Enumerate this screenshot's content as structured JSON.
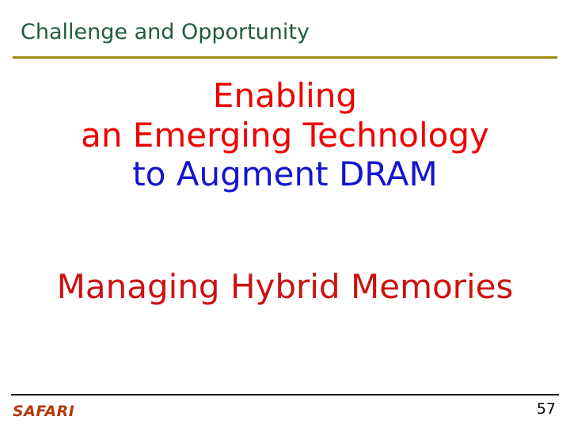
{
  "slide": {
    "title": "Challenge and Opportunity",
    "body_lines": [
      {
        "text": "Enabling",
        "style": "red"
      },
      {
        "text": "an Emerging Technology",
        "style": "red"
      },
      {
        "text": "to Augment DRAM",
        "style": "blue"
      },
      {
        "text": "Managing Hybrid Memories",
        "style": "crimson"
      }
    ],
    "footer": {
      "logo_text": "SAFARI",
      "page_number": "57"
    },
    "colors": {
      "title": "#1f5c3d",
      "title_rule": "#9a8b11",
      "red": "#ee0000",
      "blue": "#1414cf",
      "crimson": "#cc1111",
      "logo": "#b33a0a",
      "footer_rule": "#111111",
      "background": "#ffffff"
    }
  }
}
